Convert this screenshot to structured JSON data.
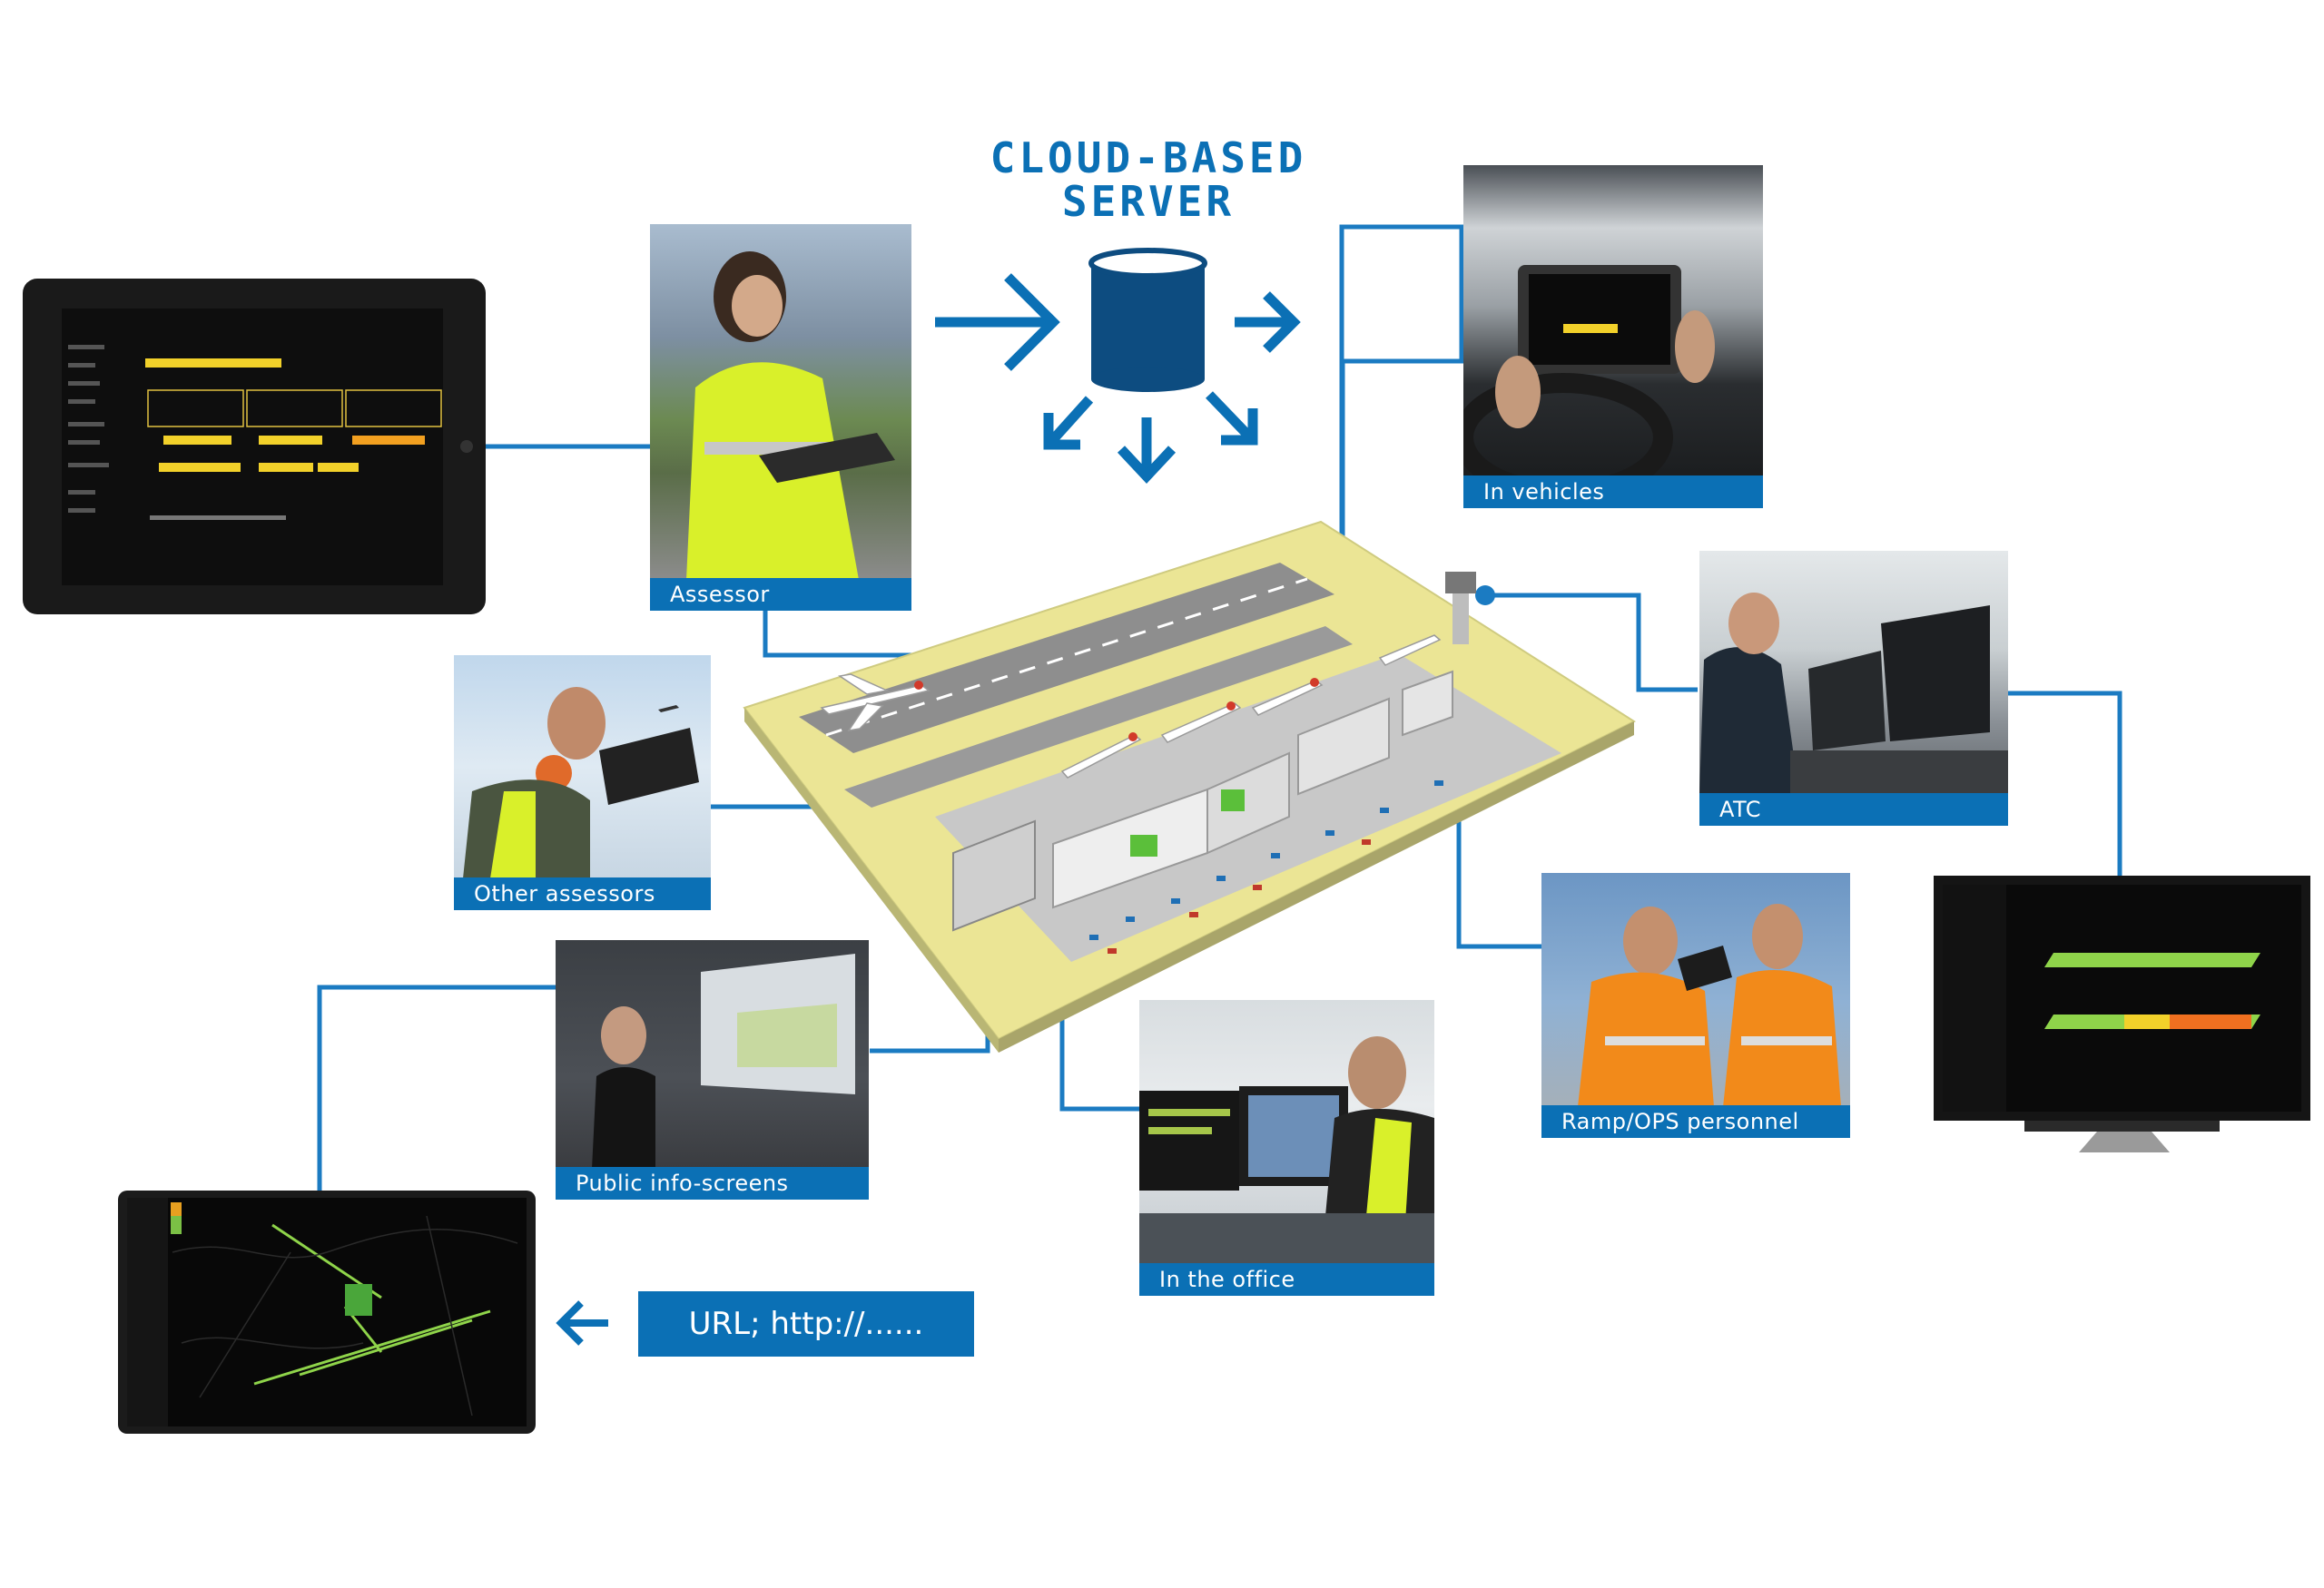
{
  "server": {
    "title_line1": "CLOUD-BASED",
    "title_line2": "SERVER"
  },
  "labels": {
    "assessor": "Assessor",
    "in_vehicles": "In vehicles",
    "atc": "ATC",
    "other_assessors": "Other assessors",
    "ramp_ops": "Ramp/OPS personnel",
    "public_screens": "Public info-screens",
    "office": "In the office"
  },
  "url_box": "URL; http://......",
  "colors": {
    "accent": "#0b70b5",
    "connector": "#1b7bc2",
    "runway_yellow": "#ecea8e"
  },
  "icons": {
    "server": "database-icon",
    "arrows": "arrow-right-icon",
    "url_arrow": "arrow-left-icon"
  }
}
